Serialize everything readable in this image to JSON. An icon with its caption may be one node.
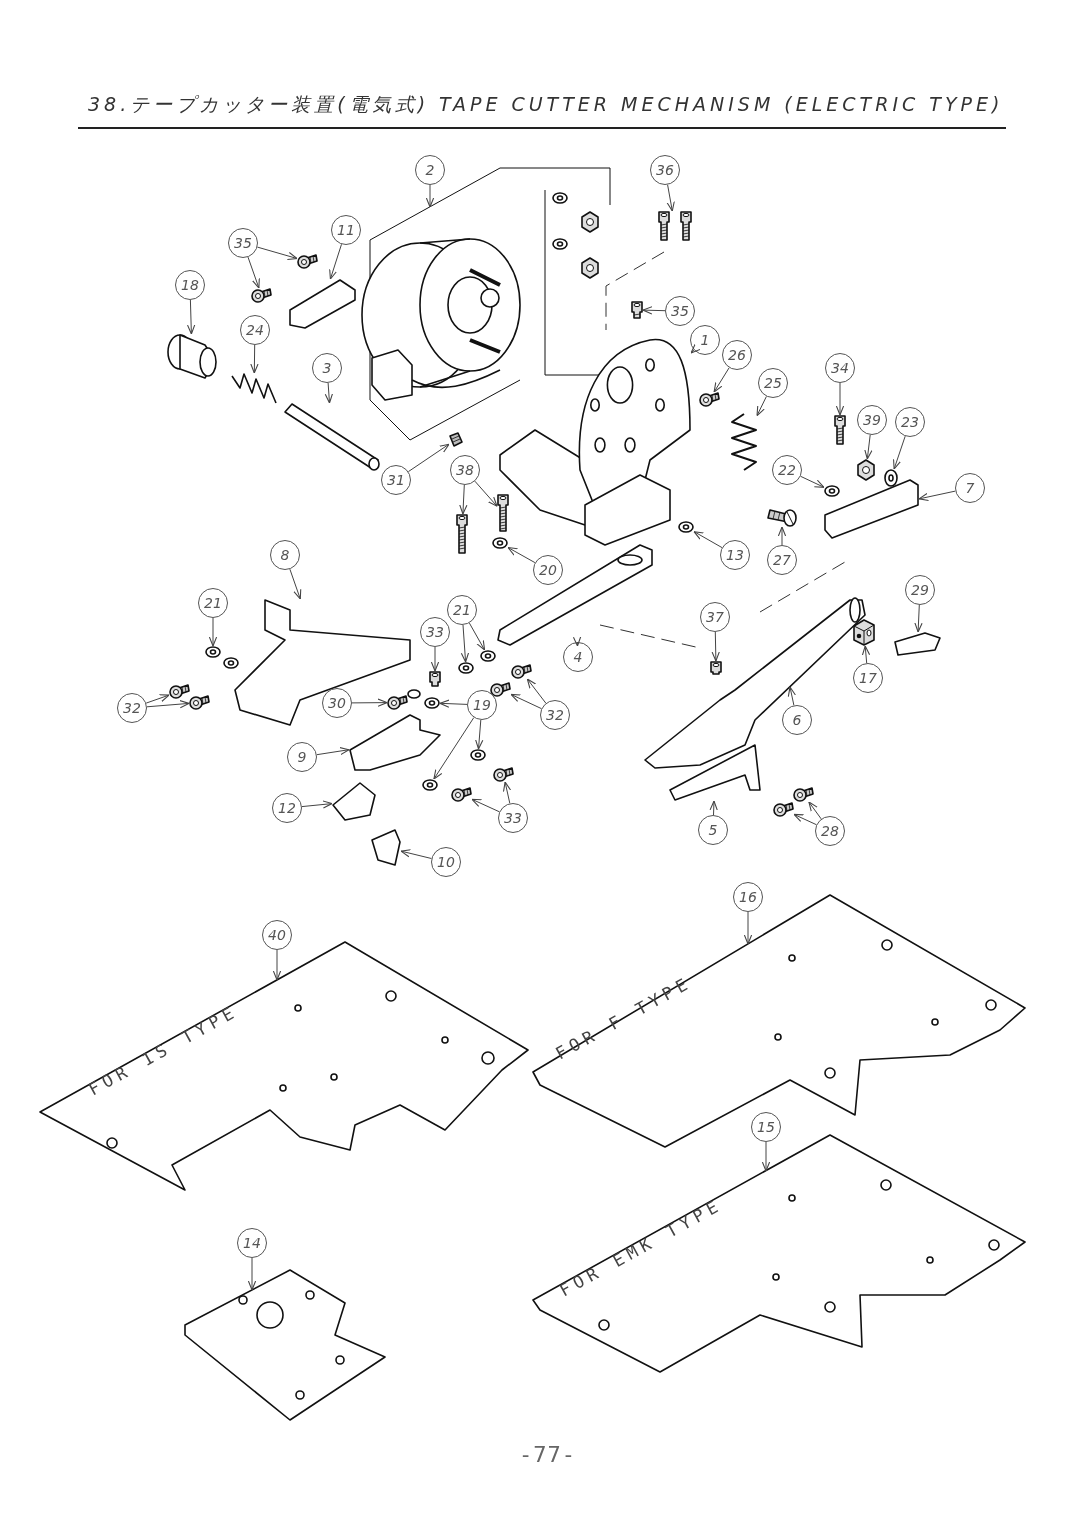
{
  "diagram": {
    "title": "38.テープカッター装置(電気式) TAPE CUTTER MECHANISM (ELECTRIC TYPE)",
    "nodes": [
      {
        "text": [
          "2"
        ]
      },
      {
        "text": [
          "36"
        ]
      },
      {
        "text": [
          "11"
        ]
      },
      {
        "text": [
          "35"
        ]
      },
      {
        "text": [
          "18"
        ]
      },
      {
        "text": [
          "35"
        ]
      },
      {
        "text": [
          "24"
        ]
      },
      {
        "text": [
          "1"
        ]
      },
      {
        "text": [
          "26"
        ]
      },
      {
        "text": [
          "34"
        ]
      },
      {
        "text": [
          "3"
        ]
      },
      {
        "text": [
          "25"
        ]
      },
      {
        "text": [
          "39"
        ]
      },
      {
        "text": [
          "23"
        ]
      },
      {
        "text": [
          "38"
        ]
      },
      {
        "text": [
          "22"
        ]
      },
      {
        "text": [
          "31"
        ]
      },
      {
        "text": [
          "7"
        ]
      },
      {
        "text": [
          "8"
        ]
      },
      {
        "text": [
          "13"
        ]
      },
      {
        "text": [
          "27"
        ]
      },
      {
        "text": [
          "20"
        ]
      },
      {
        "text": [
          "29"
        ]
      },
      {
        "text": [
          "21"
        ]
      },
      {
        "text": [
          "21"
        ]
      },
      {
        "text": [
          "37"
        ]
      },
      {
        "text": [
          "33"
        ]
      },
      {
        "text": [
          "4"
        ]
      },
      {
        "text": [
          "17"
        ]
      },
      {
        "text": [
          "30"
        ]
      },
      {
        "text": [
          "19"
        ]
      },
      {
        "text": [
          "32"
        ]
      },
      {
        "text": [
          "32"
        ]
      },
      {
        "text": [
          "6"
        ]
      },
      {
        "text": [
          "9"
        ]
      },
      {
        "text": [
          "12"
        ]
      },
      {
        "text": [
          "33"
        ]
      },
      {
        "text": [
          "5"
        ]
      },
      {
        "text": [
          "28"
        ]
      },
      {
        "text": [
          "10"
        ]
      },
      {
        "text": [
          "16"
        ]
      },
      {
        "text": [
          "40"
        ]
      },
      {
        "text": [
          "15"
        ]
      },
      {
        "text": [
          "14"
        ]
      },
      {
        "text": [],
        "shape": "picture"
      },
      {
        "text": [],
        "shape": "picture"
      },
      {
        "text": [],
        "shape": "picture"
      },
      {
        "text": [],
        "shape": "picture"
      },
      {
        "text": [],
        "shape": "picture"
      },
      {
        "text": [],
        "shape": "picture"
      },
      {
        "text": [],
        "shape": "picture"
      },
      {
        "text": [],
        "shape": "picture"
      },
      {
        "text": [],
        "shape": "picture"
      },
      {
        "text": [],
        "shape": "picture"
      },
      {
        "text": [],
        "shape": "picture"
      },
      {
        "text": [],
        "shape": "picture"
      },
      {
        "text": [],
        "shape": "picture"
      },
      {
        "text": [],
        "shape": "picture"
      },
      {
        "text": [],
        "shape": "picture"
      },
      {
        "text": [],
        "shape": "picture"
      },
      {
        "text": [],
        "shape": "picture"
      },
      {
        "text": [],
        "shape": "picture"
      },
      {
        "text": [],
        "shape": "picture"
      },
      {
        "text": [],
        "shape": "picture"
      },
      {
        "text": [],
        "shape": "picture"
      },
      {
        "text": [],
        "shape": "picture"
      },
      {
        "text": [],
        "shape": "picture"
      },
      {
        "text": [],
        "shape": "picture"
      },
      {
        "text": [],
        "shape": "picture"
      },
      {
        "text": [],
        "shape": "picture"
      },
      {
        "text": [],
        "shape": "picture"
      },
      {
        "text": [],
        "shape": "picture"
      },
      {
        "text": [],
        "shape": "picture"
      },
      {
        "text": [],
        "shape": "picture"
      },
      {
        "text": [],
        "shape": "picture"
      },
      {
        "text": [],
        "shape": "picture"
      },
      {
        "text": [],
        "shape": "picture"
      },
      {
        "text": [],
        "shape": "picture"
      },
      {
        "text": [],
        "shape": "picture"
      },
      {
        "text": [],
        "shape": "picture"
      },
      {
        "text": [],
        "shape": "picture"
      },
      {
        "text": [],
        "shape": "picture"
      },
      {
        "text": [],
        "shape": "picture"
      },
      {
        "text": [],
        "shape": "picture"
      },
      {
        "text": [],
        "shape": "picture"
      },
      {
        "text": [],
        "shape": "picture"
      },
      {
        "text": [],
        "shape": "picture"
      },
      {
        "text": [],
        "shape": "picture"
      },
      {
        "text": [],
        "shape": "picture"
      },
      {
        "text": [],
        "shape": "picture"
      },
      {
        "text": [],
        "shape": "picture"
      },
      {
        "text": [],
        "shape": "picture"
      },
      {
        "text": [],
        "shape": "picture"
      },
      {
        "text": [],
        "shape": "picture"
      },
      {
        "text": [],
        "shape": "picture"
      },
      {
        "text": [],
        "shape": "picture"
      },
      {
        "text": [],
        "shape": "picture"
      }
    ],
    "edges": [
      {
        "from": 0,
        "to": 44,
        "arrow": "to"
      },
      {
        "from": 1,
        "to": 45,
        "arrow": "to"
      },
      {
        "from": 2,
        "to": 46,
        "arrow": "to"
      },
      {
        "from": 3,
        "to": 47,
        "arrow": "to"
      },
      {
        "from": 3,
        "to": 48,
        "arrow": "to"
      },
      {
        "from": 4,
        "to": 49,
        "arrow": "to"
      },
      {
        "from": 5,
        "to": 50,
        "arrow": "to"
      },
      {
        "from": 6,
        "to": 51,
        "arrow": "to"
      },
      {
        "from": 7,
        "to": 52,
        "arrow": "to"
      },
      {
        "from": 8,
        "to": 53,
        "arrow": "to"
      },
      {
        "from": 9,
        "to": 54,
        "arrow": "to"
      },
      {
        "from": 10,
        "to": 55,
        "arrow": "to"
      },
      {
        "from": 11,
        "to": 56,
        "arrow": "to"
      },
      {
        "from": 12,
        "to": 57,
        "arrow": "to"
      },
      {
        "from": 13,
        "to": 58,
        "arrow": "to"
      },
      {
        "from": 14,
        "to": 59,
        "arrow": "to"
      },
      {
        "from": 14,
        "to": 60,
        "arrow": "to"
      },
      {
        "from": 15,
        "to": 61,
        "arrow": "to"
      },
      {
        "from": 16,
        "to": 62,
        "arrow": "to"
      },
      {
        "from": 17,
        "to": 63,
        "arrow": "to"
      },
      {
        "from": 18,
        "to": 64,
        "arrow": "to"
      },
      {
        "from": 19,
        "to": 65,
        "arrow": "to"
      },
      {
        "from": 20,
        "to": 66,
        "arrow": "to"
      },
      {
        "from": 21,
        "to": 67,
        "arrow": "to"
      },
      {
        "from": 22,
        "to": 68,
        "arrow": "to"
      },
      {
        "from": 23,
        "to": 69,
        "arrow": "to"
      },
      {
        "from": 24,
        "to": 70,
        "arrow": "to"
      },
      {
        "from": 24,
        "to": 71,
        "arrow": "to"
      },
      {
        "from": 25,
        "to": 72,
        "arrow": "to"
      },
      {
        "from": 26,
        "to": 73,
        "arrow": "to"
      },
      {
        "from": 27,
        "to": 74,
        "arrow": "to"
      },
      {
        "from": 28,
        "to": 75,
        "arrow": "to"
      },
      {
        "from": 29,
        "to": 76,
        "arrow": "to"
      },
      {
        "from": 30,
        "to": 77,
        "arrow": "to"
      },
      {
        "from": 30,
        "to": 78,
        "arrow": "to"
      },
      {
        "from": 30,
        "to": 79,
        "arrow": "to"
      },
      {
        "from": 31,
        "to": 80,
        "arrow": "to"
      },
      {
        "from": 31,
        "to": 81,
        "arrow": "to"
      },
      {
        "from": 32,
        "to": 82,
        "arrow": "to"
      },
      {
        "from": 32,
        "to": 83,
        "arrow": "to"
      },
      {
        "from": 33,
        "to": 84,
        "arrow": "to"
      },
      {
        "from": 34,
        "to": 85,
        "arrow": "to"
      },
      {
        "from": 35,
        "to": 86,
        "arrow": "to"
      },
      {
        "from": 36,
        "to": 87,
        "arrow": "to"
      },
      {
        "from": 36,
        "to": 88,
        "arrow": "to"
      },
      {
        "from": 37,
        "to": 89,
        "arrow": "to"
      },
      {
        "from": 38,
        "to": 90,
        "arrow": "to"
      },
      {
        "from": 38,
        "to": 91,
        "arrow": "to"
      },
      {
        "from": 39,
        "to": 92,
        "arrow": "to"
      },
      {
        "from": 40,
        "to": 93,
        "arrow": "to"
      },
      {
        "from": 41,
        "to": 94,
        "arrow": "to"
      },
      {
        "from": 42,
        "to": 95,
        "arrow": "to"
      },
      {
        "from": 43,
        "to": 96,
        "arrow": "to"
      }
    ],
    "labels": [
      "FOR 1S TYPE",
      "FOR F TYPE",
      "FOR EMK TYPE",
      "-77-"
    ]
  }
}
